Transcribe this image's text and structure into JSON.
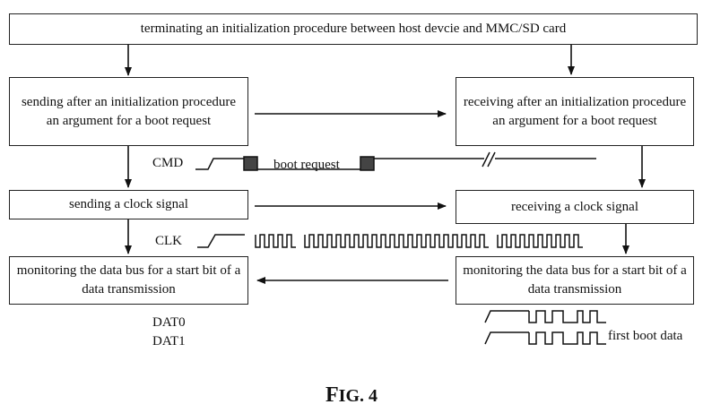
{
  "boxes": {
    "top": "terminating an initialization procedure between host devcie and MMC/SD card",
    "host_send_arg": "sending after an initialization procedure an argument for a boot request",
    "card_recv_arg": "receiving after an initialization procedure an argument for a boot request",
    "host_send_clk": "sending a clock signal",
    "card_recv_clk": "receiving a clock signal",
    "host_monitor": "monitoring the data bus for a start bit of a data transmission",
    "card_monitor": "monitoring the data bus for a start bit of a data transmission"
  },
  "signals": {
    "cmd": "CMD",
    "boot_request": "boot request",
    "clk": "CLK",
    "dat0": "DAT0",
    "dat1": "DAT1",
    "first_boot_data": "first boot data"
  },
  "figure": {
    "f": "F",
    "rest": "IG. 4"
  }
}
